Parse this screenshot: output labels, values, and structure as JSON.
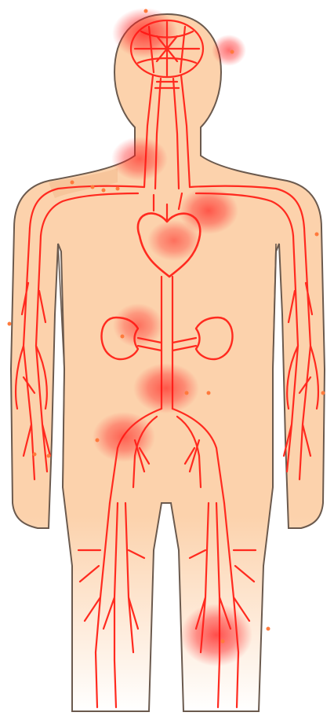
{
  "figure": {
    "subject": "human-circulatory-system",
    "colors": {
      "background": "#ffffff",
      "skin": "#fcd2ac",
      "skin_shade": "#f2b88a",
      "outline": "#6b5a4e",
      "vessel": "#ff2a1f",
      "heat": "#ff1d1d",
      "marker": "#ff7a3c"
    },
    "organs": [
      "brain",
      "heart",
      "left-kidney",
      "right-kidney"
    ],
    "hotspots": [
      {
        "region": "head",
        "intensity": 0.85
      },
      {
        "region": "neck",
        "intensity": 0.7
      },
      {
        "region": "right-shoulder",
        "intensity": 0.75
      },
      {
        "region": "left-kidney",
        "intensity": 0.6
      },
      {
        "region": "abdomen",
        "intensity": 0.75
      },
      {
        "region": "pelvis",
        "intensity": 0.7
      },
      {
        "region": "right-calf",
        "intensity": 0.85
      }
    ]
  }
}
